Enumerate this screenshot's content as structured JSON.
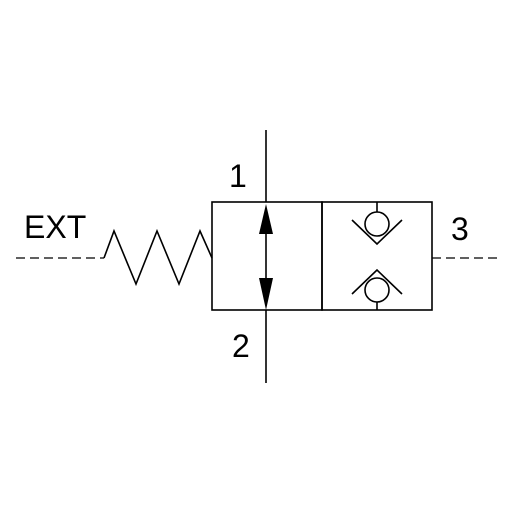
{
  "labels": {
    "ext": "EXT",
    "port_1": "1",
    "port_2": "2",
    "port_3": "3"
  },
  "icons": {
    "spring": "spring-icon",
    "flow_arrow": "bidirectional-arrow-icon",
    "check_valve": "check-valve-icon"
  },
  "colors": {
    "line": "#000000",
    "background": "#ffffff"
  }
}
